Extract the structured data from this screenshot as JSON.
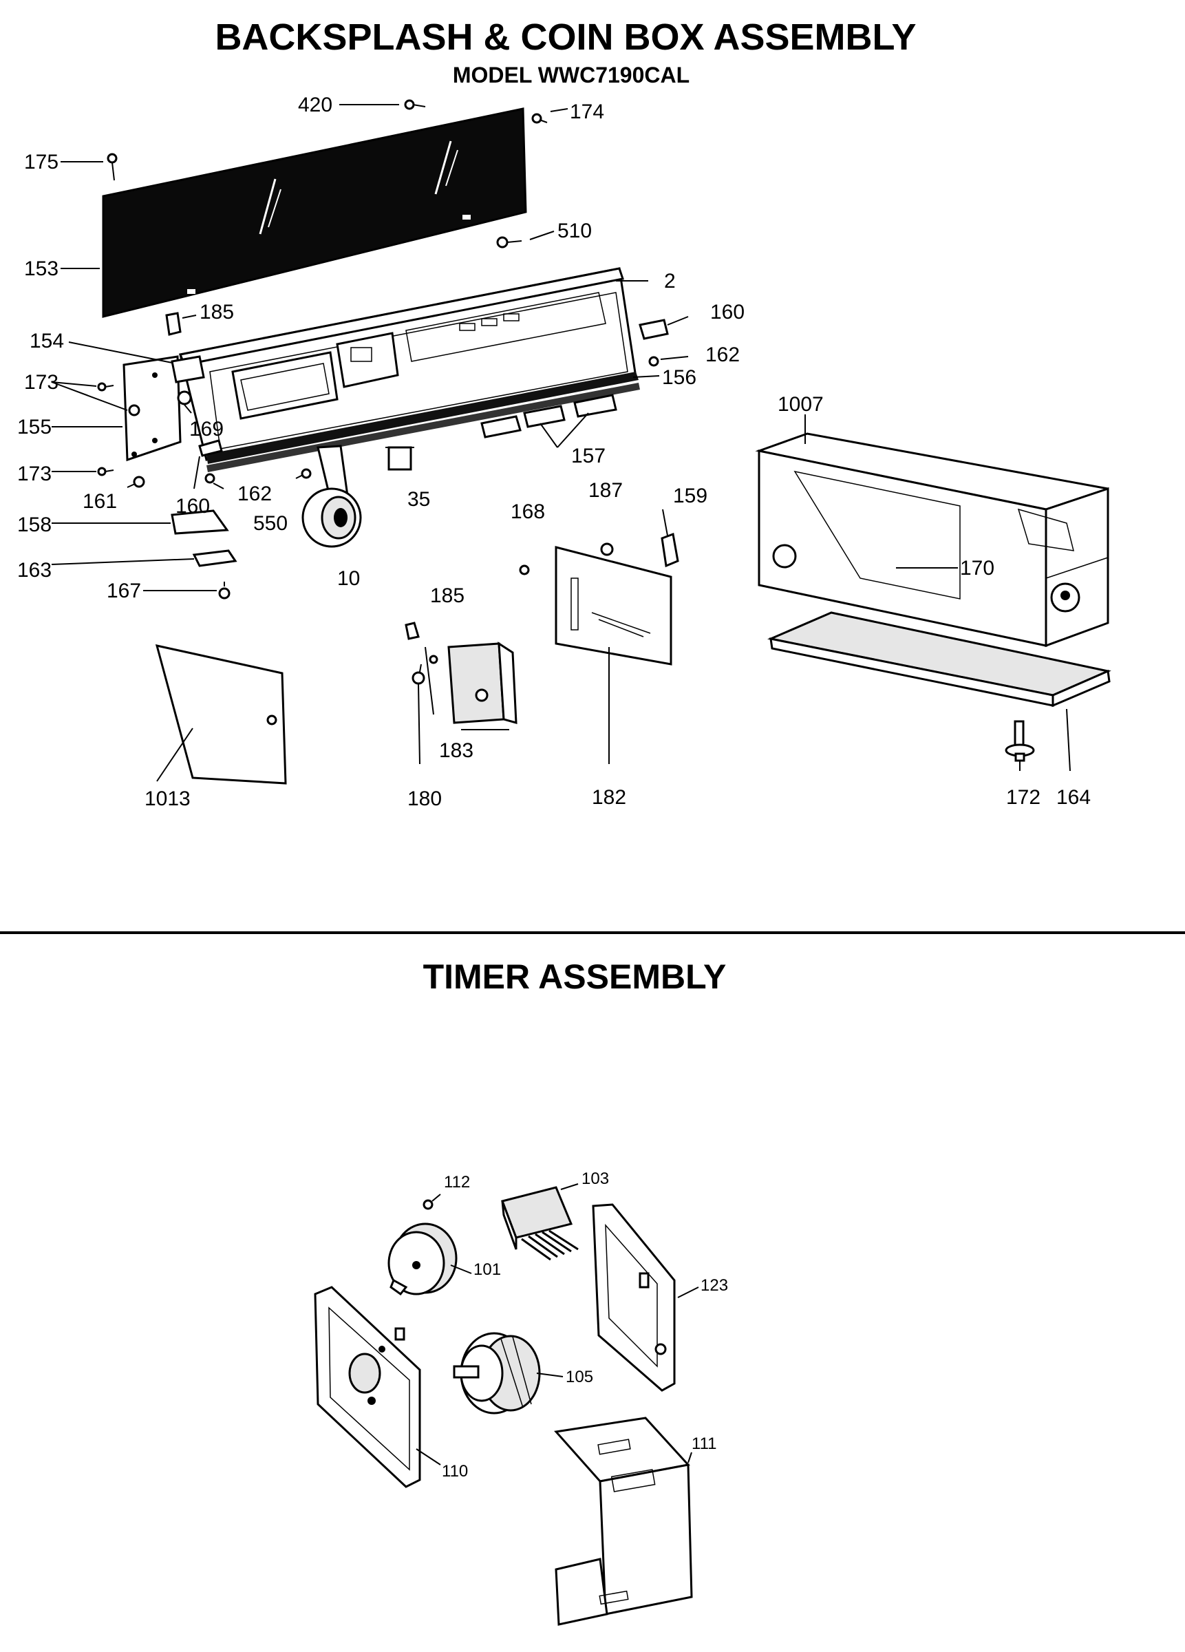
{
  "titles": {
    "main": "BACKSPLASH & COIN BOX ASSEMBLY",
    "model": "MODEL WWC7190CAL",
    "timer": "TIMER ASSEMBLY"
  },
  "callouts": {
    "420": "420",
    "174": "174",
    "175": "175",
    "510": "510",
    "153": "153",
    "2": "2",
    "185": "185",
    "160": "160",
    "154": "154",
    "162": "162",
    "156": "156",
    "173": "173",
    "155": "155",
    "169": "169",
    "157": "157",
    "1007": "1007",
    "35": "35",
    "187": "187",
    "159": "159",
    "168": "168",
    "161": "161",
    "550": "550",
    "158": "158",
    "163": "163",
    "167": "167",
    "10": "10",
    "170": "170",
    "1013": "1013",
    "183": "183",
    "180": "180",
    "182": "182",
    "172": "172",
    "164": "164",
    "112": "112",
    "103": "103",
    "101": "101",
    "123": "123",
    "105": "105",
    "110": "110",
    "111": "111"
  }
}
